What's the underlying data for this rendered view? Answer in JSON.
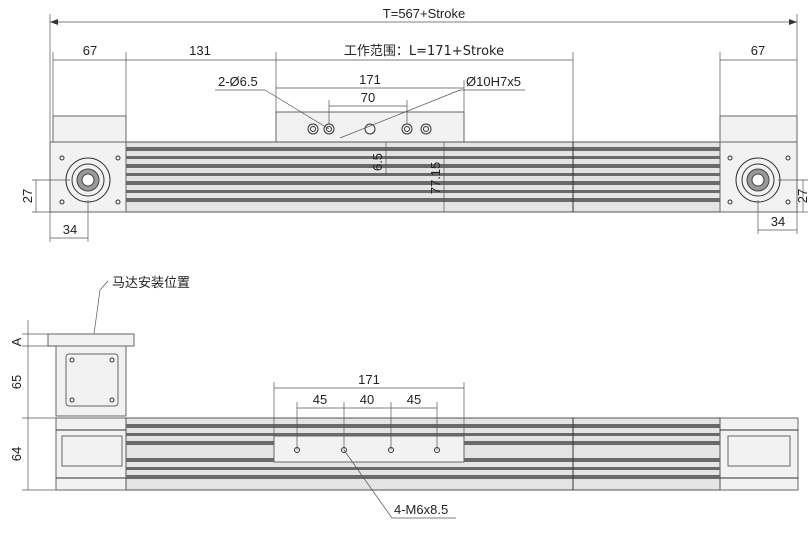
{
  "top_view": {
    "total_length": "T=567+Stroke",
    "left_end": "67",
    "gap_131": "131",
    "work_range": "工作范围：L=171+Stroke",
    "right_end": "67",
    "holes_label": "2-Ø6.5",
    "carriage_len": "171",
    "pin_label": "Ø10H7x5",
    "pitch_70": "70",
    "h_65": "6.5",
    "h_7715": "77.15",
    "left_height": "27",
    "left_offset": "34",
    "right_height": "27",
    "right_offset": "34"
  },
  "side_view": {
    "motor_label": "马达安装位置",
    "dim_a": "A",
    "h_65": "65",
    "h_64": "64",
    "carriage_len": "171",
    "p1": "45",
    "p2": "40",
    "p3": "45",
    "tapped_holes": "4-M6x8.5"
  }
}
